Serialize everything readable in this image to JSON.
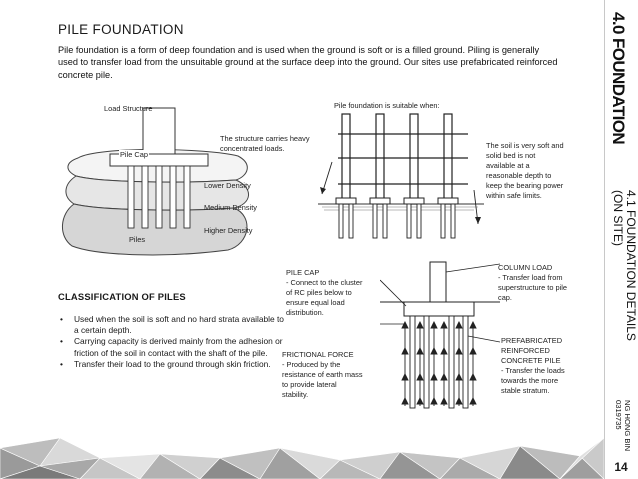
{
  "page": {
    "heading": "PILE FOUNDATION",
    "intro": "Pile foundation is a form of deep foundation and is used when the ground is soft or is a filled ground. Piling is generally used to transfer load from the unsuitable ground at the surface deep into the ground. Our sites use prefabricated reinforced concrete pile.",
    "page_number": "14"
  },
  "sidebar": {
    "section": "4.0 FOUNDATION",
    "subsection_line1": "4.1 FOUNDATION DETAILS",
    "subsection_line2": "(ON SITE)",
    "author_name": "NG HONG BIN",
    "author_id": "0319735"
  },
  "diagram1": {
    "load_structure": "Load Structure",
    "pile_cap": "Pile Cap",
    "piles": "Piles",
    "lower_density": "Lower Density",
    "medium_density": "Medium Density",
    "higher_density": "Higher Density"
  },
  "diagram2": {
    "title": "Pile foundation is suitable when:",
    "heavy_loads_line1": "The structure carries heavy",
    "heavy_loads_line2": "concentrated loads.",
    "soft_soil_lines": [
      "The soil is very soft and",
      "solid bed is not",
      "available at a",
      "reasonable depth to",
      "keep the bearing power",
      "within safe limits."
    ]
  },
  "classification": {
    "title": "CLASSIFICATION OF PILES",
    "bullets": [
      "Used when the soil is soft and no hard strata available to a certain depth.",
      "Carrying capacity is derived mainly from the adhesion or friction of the soil in contact with the shaft of the pile.",
      "Transfer their load to the ground through skin friction."
    ]
  },
  "diagram3": {
    "pile_cap_lines": [
      "PILE CAP",
      "- Connect to the cluster",
      "of RC piles below to",
      "ensure equal load",
      "distribution."
    ],
    "column_load_lines": [
      "COLUMN LOAD",
      "- Transfer load from",
      "superstructure to pile",
      "cap."
    ],
    "frictional_force_lines": [
      "FRICTIONAL FORCE",
      "- Produced by the",
      "resistance of earth mass",
      "to provide lateral",
      "stability."
    ],
    "prefab_pile_lines": [
      "PREFABRICATED",
      "REINFORCED",
      "CONCRETE PILE",
      "- Transfer the loads",
      "towards the more",
      "stable stratum."
    ]
  }
}
